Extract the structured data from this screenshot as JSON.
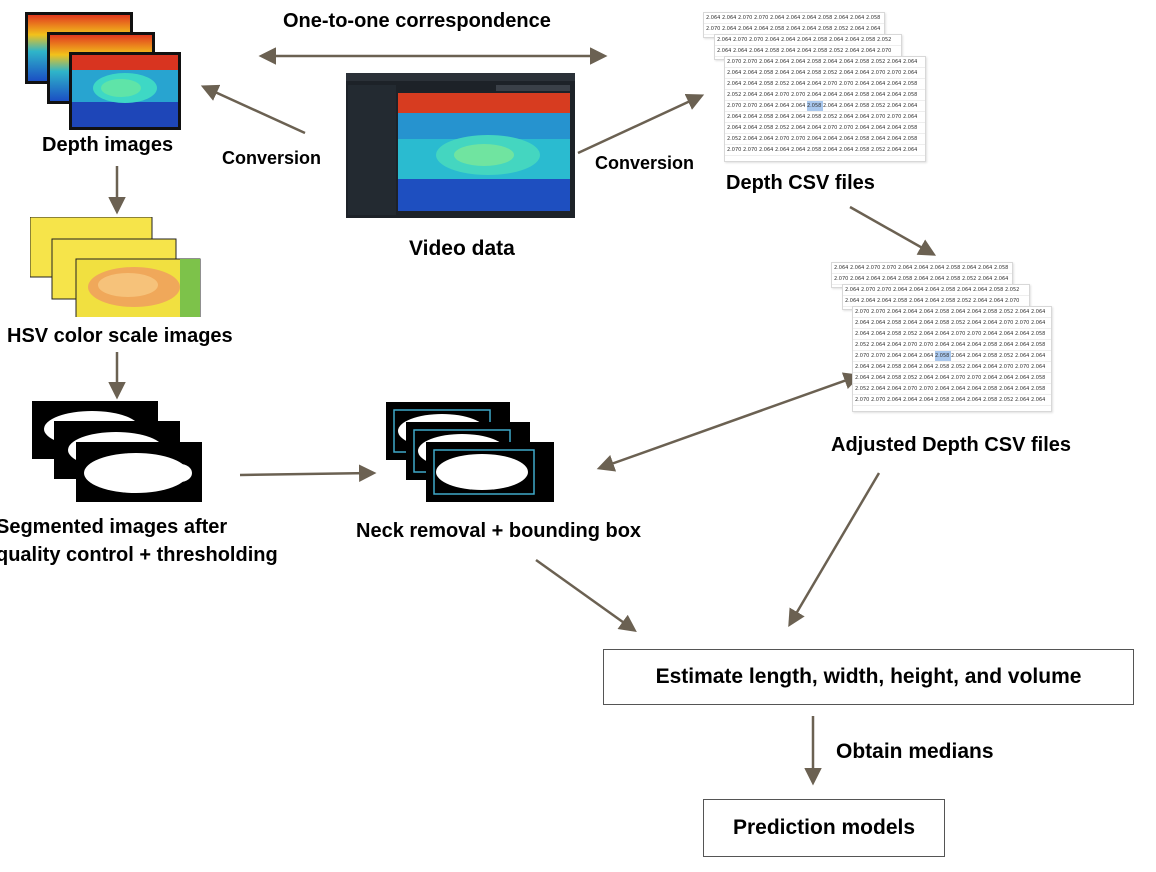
{
  "labels": {
    "correspondence": "One-to-one correspondence",
    "conversion_left": "Conversion",
    "conversion_right": "Conversion",
    "depth_images": "Depth images",
    "video_data": "Video data",
    "depth_csv": "Depth CSV files",
    "hsv": "HSV color scale images",
    "segmented_line1": "Segmented images after",
    "segmented_line2": "quality control + thresholding",
    "neck": "Neck removal +  bounding box",
    "adjusted_csv": "Adjusted Depth CSV files",
    "estimate": "Estimate length, width, height, and volume",
    "medians": "Obtain medians",
    "prediction": "Prediction models"
  },
  "csv_values": [
    "2.064",
    "2.064",
    "2.070",
    "2.070",
    "2.064",
    "2.064",
    "2.064",
    "2.058",
    "2.064",
    "2.064",
    "2.058",
    "2.052"
  ],
  "colors": {
    "arrow": "#6b6152",
    "box_border": "#555555",
    "bbox_outline": "#3fa9c9"
  }
}
